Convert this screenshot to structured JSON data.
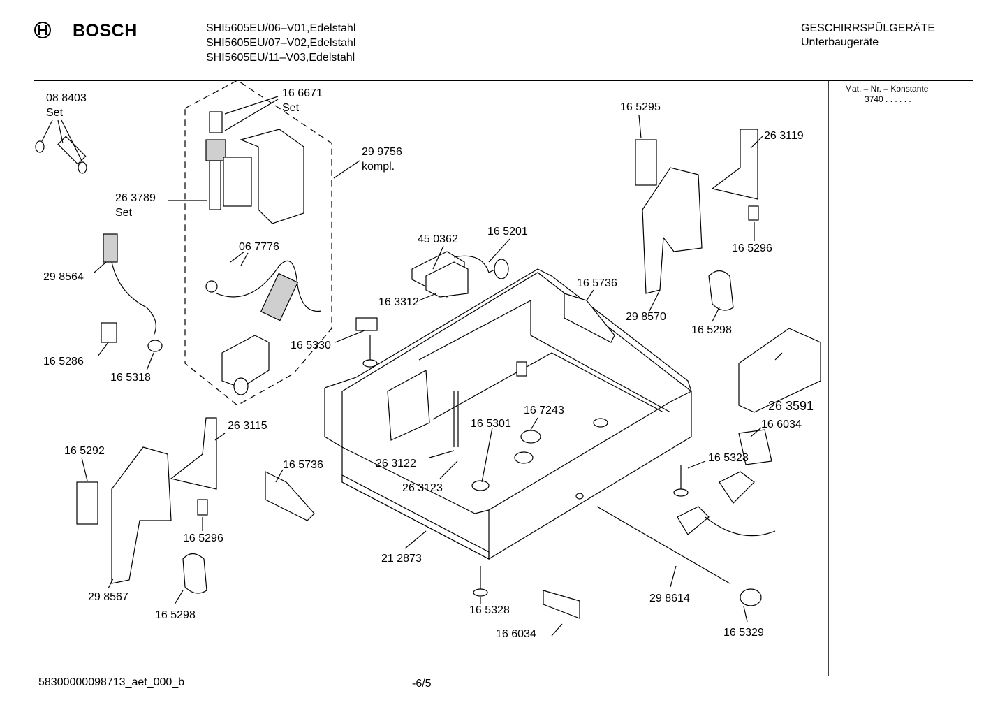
{
  "header": {
    "brand": "BOSCH",
    "models": [
      "SHI5605EU/06–V01,Edelstahl",
      "SHI5605EU/07–V02,Edelstahl",
      "SHI5605EU/11–V03,Edelstahl"
    ],
    "category": "GESCHIRRSPÜLGERÄTE",
    "subcategory": "Unterbaugeräte"
  },
  "sidebar": {
    "label": "Mat. – Nr. – Konstante",
    "value": "3740  .  .  .  .  .  ."
  },
  "footer": {
    "doc_id": "58300000098713_aet_000_b",
    "page": "-6/5"
  },
  "parts": [
    {
      "num": "08 8403",
      "note": "Set"
    },
    {
      "num": "16 6671",
      "note": "Set"
    },
    {
      "num": "29 9756",
      "note": "kompl."
    },
    {
      "num": "26 3789",
      "note": "Set"
    },
    {
      "num": "06 7776"
    },
    {
      "num": "29 8564"
    },
    {
      "num": "16 5286"
    },
    {
      "num": "16 5318"
    },
    {
      "num": "45 0362"
    },
    {
      "num": "16 5201"
    },
    {
      "num": "16 3312"
    },
    {
      "num": "16 5330"
    },
    {
      "num": "16 5295"
    },
    {
      "num": "26 3119"
    },
    {
      "num": "16 5296"
    },
    {
      "num": "16 5736"
    },
    {
      "num": "29 8570"
    },
    {
      "num": "16 5298"
    },
    {
      "num": "26 3591"
    },
    {
      "num": "16 6034"
    },
    {
      "num": "16 5328"
    },
    {
      "num": "16 7243"
    },
    {
      "num": "16 5301"
    },
    {
      "num": "26 3122"
    },
    {
      "num": "26 3123"
    },
    {
      "num": "26 3115"
    },
    {
      "num": "16 5292"
    },
    {
      "num": "16 5736"
    },
    {
      "num": "16 5296"
    },
    {
      "num": "29 8567"
    },
    {
      "num": "16 5298"
    },
    {
      "num": "21 2873"
    },
    {
      "num": "16 5328"
    },
    {
      "num": "16 6034"
    },
    {
      "num": "29 8614"
    },
    {
      "num": "16 5329"
    }
  ]
}
